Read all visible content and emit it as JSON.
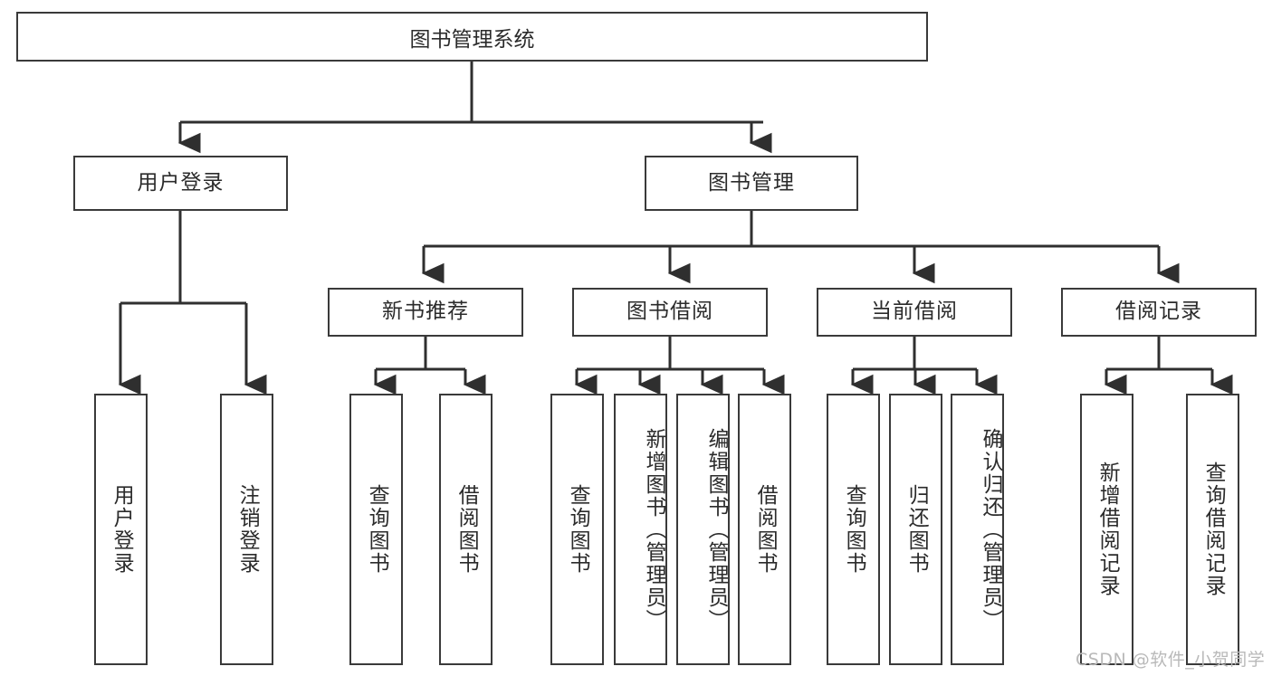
{
  "diagram": {
    "type": "tree-hierarchy",
    "title": "图书管理系统",
    "watermark": "CSDN @软件_小贺同学",
    "colors": {
      "box_border": "#3a3a3a",
      "box_fill": "#ffffff",
      "connector": "#2f2f2f",
      "text": "#2b2b2b",
      "watermark": "#b9b9b9",
      "background": "#ffffff"
    },
    "root": {
      "label": "图书管理系统"
    },
    "level1": [
      {
        "label": "用户登录"
      },
      {
        "label": "图书管理"
      }
    ],
    "level2": [
      {
        "label": "新书推荐"
      },
      {
        "label": "图书借阅"
      },
      {
        "label": "当前借阅"
      },
      {
        "label": "借阅记录"
      }
    ],
    "leaves": {
      "user_login": [
        {
          "label": "用户登录"
        },
        {
          "label": "注销登录"
        }
      ],
      "new_book": [
        {
          "label": "查询图书"
        },
        {
          "label": "借阅图书"
        }
      ],
      "book_borrow": [
        {
          "label": "查询图书"
        },
        {
          "label": "新增图书（管理员）"
        },
        {
          "label": "编辑图书（管理员）"
        },
        {
          "label": "借阅图书"
        }
      ],
      "current_borrow": [
        {
          "label": "查询图书"
        },
        {
          "label": "归还图书"
        },
        {
          "label": "确认归还（管理员）"
        }
      ],
      "borrow_record": [
        {
          "label": "新增借阅记录"
        },
        {
          "label": "查询借阅记录"
        }
      ]
    }
  }
}
